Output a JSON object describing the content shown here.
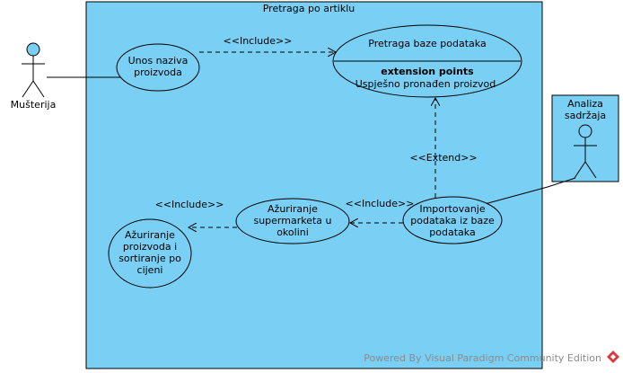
{
  "colors": {
    "system_fill": "#7ACFF5",
    "line": "#000000",
    "watermark_text": "#8C8C8C",
    "logo": "#D93A3A"
  },
  "system": {
    "title": "Pretraga po artiklu"
  },
  "actors": {
    "customer": {
      "label": "Mušterija",
      "icon": "stick-figure"
    },
    "analyst": {
      "label_line1": "Analiza",
      "label_line2": "sadržaja",
      "icon": "stick-figure"
    }
  },
  "use_cases": {
    "enter_name": {
      "line1": "Unos naziva",
      "line2": "proizvoda"
    },
    "db_search": {
      "title": "Pretraga baze podataka",
      "ext_header": "extension points",
      "ext_point": "Uspješno pronađen proizvod"
    },
    "import_data": {
      "line1": "Importovanje",
      "line2": "podataka iz baze",
      "line3": "podataka"
    },
    "update_markets": {
      "line1": "Ažuriranje",
      "line2": "supermarketa u",
      "line3": "okolini"
    },
    "update_products": {
      "line1": "Ažuriranje",
      "line2": "proizvoda i",
      "line3": "sortiranje po",
      "line4": "cijeni"
    }
  },
  "relations": {
    "include_1": "<<Include>>",
    "include_2": "<<Include>>",
    "include_3": "<<Include>>",
    "extend_1": "<<Extend>>"
  },
  "watermark": {
    "text": "Powered By Visual Paradigm Community Edition",
    "icon": "visual-paradigm-logo"
  }
}
